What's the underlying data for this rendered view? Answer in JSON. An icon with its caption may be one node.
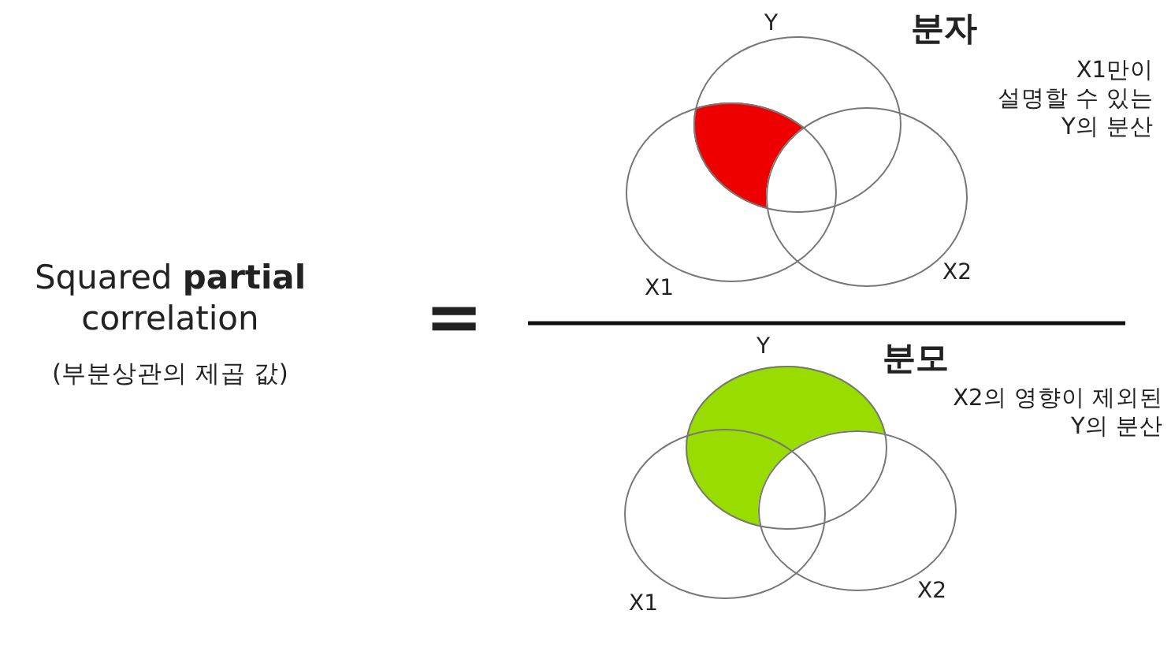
{
  "diagram": {
    "nodes": [
      {
        "text": [
          "Y"
        ]
      },
      {
        "text": [
          "X1"
        ]
      },
      {
        "text": [
          "X2"
        ]
      },
      {
        "text": [
          "Y"
        ]
      },
      {
        "text": [
          "X1"
        ]
      },
      {
        "text": [
          "X2"
        ]
      }
    ],
    "labels": [
      "Squared **partial** correlation",
      "(부분상관의 제곱 값)",
      "=",
      "분자",
      "X1만이 설명할 수 있는 Y의 분산",
      "분모",
      "X2의 영향이 제외된 Y의 분산"
    ]
  }
}
